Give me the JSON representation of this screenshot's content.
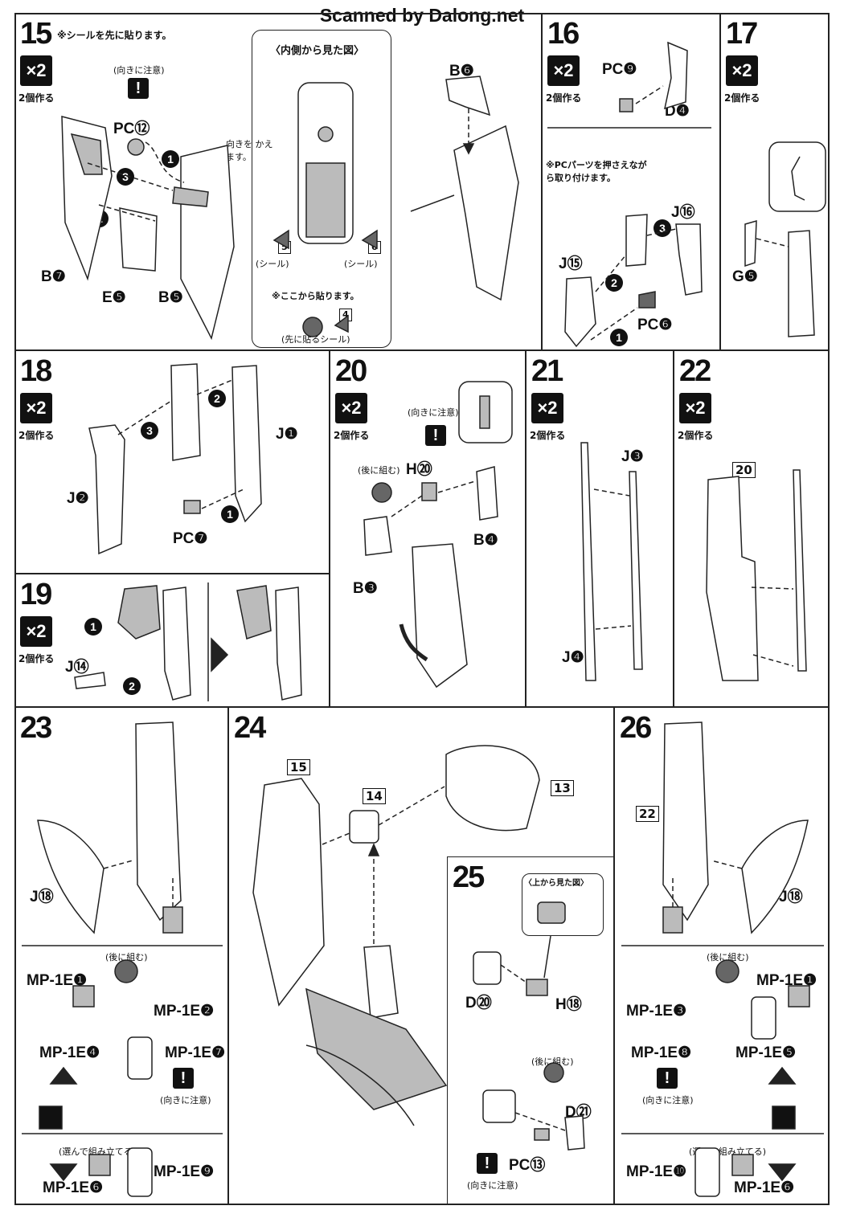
{
  "banner": "Scanned by Dalong.net",
  "common": {
    "x2": "×2",
    "make_two": "2個作る",
    "caution": "(向きに注意)",
    "later": "(後に組む)"
  },
  "step15": {
    "num": "15",
    "note": "※シールを先に貼ります。",
    "rotate": "向きを かえます。",
    "inset_title": "〈内側から見た図〉",
    "seal_label": "(シール)",
    "seal5": "5",
    "seal6": "6",
    "start_here": "※ここから貼ります。",
    "seal4": "4",
    "first_seal": "(先に貼るシール)",
    "parts": {
      "pc": "PC⑫",
      "b7": "B❼",
      "e5": "E❺",
      "b5": "B❺",
      "b6": "B❻"
    }
  },
  "step16": {
    "num": "16",
    "note": "※PCパーツを押さえながら取り付けます。",
    "parts": {
      "pc9": "PC❾",
      "d4": "D❹",
      "j16": "J⑯",
      "j15": "J⑮",
      "pc6": "PC❻"
    }
  },
  "step17": {
    "num": "17",
    "parts": {
      "g5": "G❺"
    }
  },
  "step18": {
    "num": "18",
    "parts": {
      "j1": "J❶",
      "j2": "J❷",
      "pc7": "PC❼"
    }
  },
  "step19": {
    "num": "19",
    "parts": {
      "j14": "J⑭"
    }
  },
  "step20": {
    "num": "20",
    "parts": {
      "h20": "H⑳",
      "b4": "B❹",
      "b3": "B❸"
    }
  },
  "step21": {
    "num": "21",
    "parts": {
      "j3": "J❸",
      "j4": "J❹"
    }
  },
  "step22": {
    "num": "22",
    "ref": "20"
  },
  "step23": {
    "num": "23",
    "choose": "(選んで組み立てる)",
    "parts": {
      "j18": "J⑱",
      "mp1": "MP-1E❶",
      "mp2": "MP-1E❷",
      "mp4": "MP-1E❹",
      "mp7": "MP-1E❼",
      "mp6": "MP-1E❻",
      "mp9": "MP-1E❾"
    }
  },
  "step24": {
    "num": "24",
    "ref15": "15",
    "ref14": "14",
    "ref13": "13"
  },
  "step25": {
    "num": "25",
    "top_view": "〈上から見た図〉",
    "parts": {
      "d20": "D⑳",
      "h18": "H⑱",
      "d21": "D㉑",
      "pc13": "PC⑬"
    }
  },
  "step26": {
    "num": "26",
    "ref": "22",
    "choose": "(選んで組み立てる)",
    "parts": {
      "j18": "J⑱",
      "mp1": "MP-1E❶",
      "mp3": "MP-1E❸",
      "mp5": "MP-1E❺",
      "mp8": "MP-1E❽",
      "mp10": "MP-1E❿",
      "mp6": "MP-1E❻"
    }
  }
}
